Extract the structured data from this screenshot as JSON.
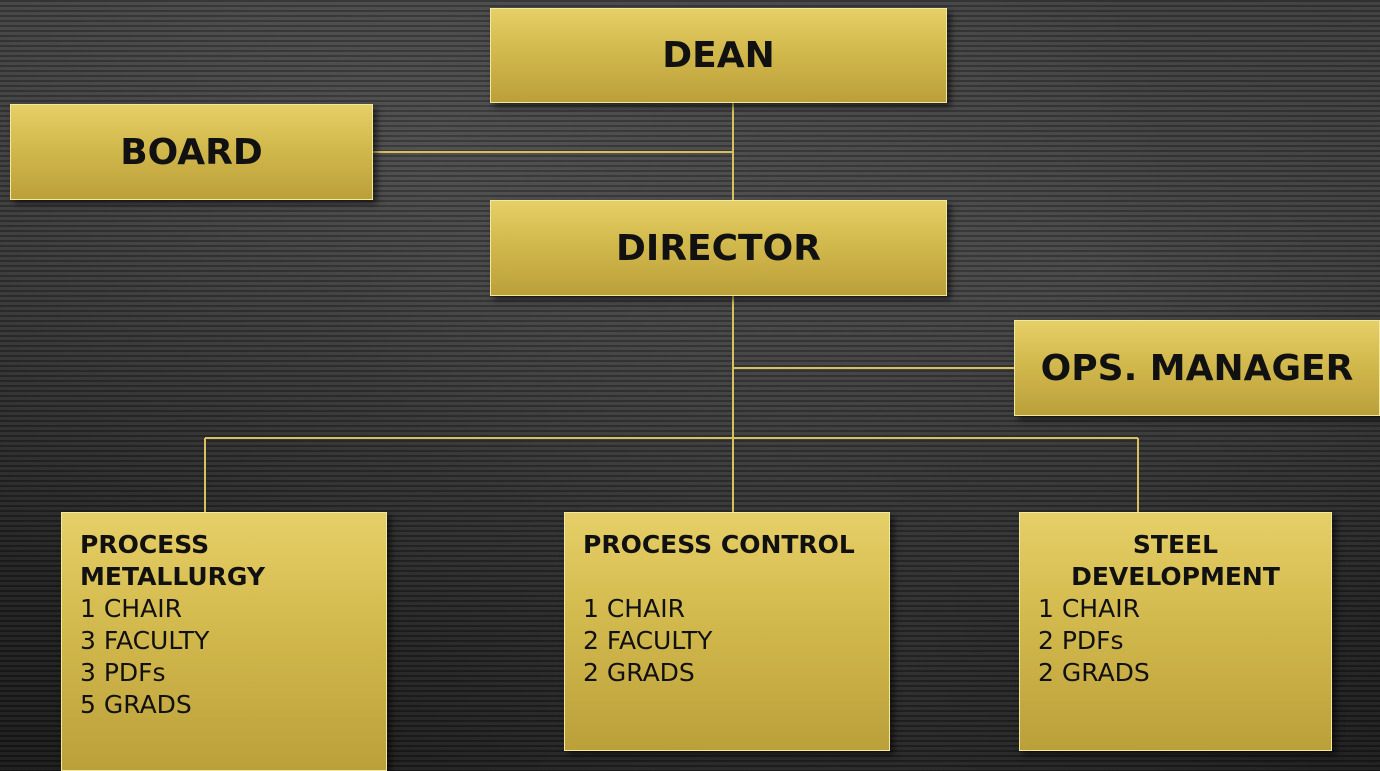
{
  "nodes": {
    "dean": "DEAN",
    "board": "BOARD",
    "director": "DIRECTOR",
    "ops_manager": "OPS. MANAGER"
  },
  "departments": [
    {
      "title": [
        "PROCESS",
        "METALLURGY"
      ],
      "items": [
        "1 CHAIR",
        "3 FACULTY",
        "3 PDFs",
        "5 GRADS"
      ]
    },
    {
      "title": [
        "PROCESS CONTROL"
      ],
      "items": [
        "1 CHAIR",
        "2 FACULTY",
        "2 GRADS"
      ]
    },
    {
      "title": [
        "STEEL",
        "DEVELOPMENT"
      ],
      "items": [
        "1 CHAIR",
        "2 PDFs",
        "2 GRADS"
      ]
    }
  ],
  "colors": {
    "box": "#d2b94d",
    "line": "#d8c060",
    "text": "#111111"
  }
}
